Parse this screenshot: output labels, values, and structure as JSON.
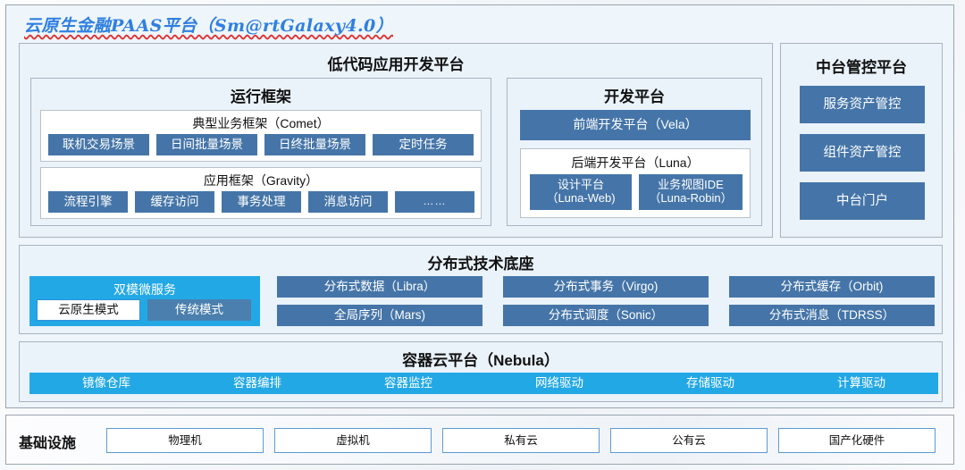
{
  "title": "云原生金融PAAS平台（Sm@rtGalaxy4.0）",
  "colors": {
    "accent_blue": "#4575a8",
    "accent_cyan": "#23a8e6",
    "panel_fill": "#eaf2fa",
    "frame_border": "#9aa4ae",
    "title_blue": "#2f7fe0",
    "spellcheck_red": "#e03030"
  },
  "lowcode": {
    "title": "低代码应用开发平台",
    "runtime": {
      "title": "运行框架",
      "comet": {
        "title": "典型业务框架（Comet）",
        "items": [
          "联机交易场景",
          "日间批量场景",
          "日终批量场景",
          "定时任务"
        ]
      },
      "gravity": {
        "title": "应用框架（Gravity）",
        "items": [
          "流程引擎",
          "缓存访问",
          "事务处理",
          "消息访问",
          "……"
        ]
      }
    },
    "devplatform": {
      "title": "开发平台",
      "frontend": "前端开发平台（Vela）",
      "backend": {
        "title": "后端开发平台（Luna）",
        "items": [
          {
            "line1": "设计平台",
            "line2": "（Luna-Web)"
          },
          {
            "line1": "业务视图IDE",
            "line2": "（Luna-Robin）"
          }
        ]
      }
    }
  },
  "midplatform": {
    "title": "中台管控平台",
    "items": [
      "服务资产管控",
      "组件资产管控",
      "中台门户"
    ]
  },
  "techbase": {
    "title": "分布式技术底座",
    "dualmode": {
      "label": "双模微服务",
      "modes": [
        "云原生模式",
        "传统模式"
      ]
    },
    "columns": [
      [
        "分布式数据（Libra）",
        "全局序列（Mars)"
      ],
      [
        "分布式事务（Virgo)",
        "分布式调度（Sonic）"
      ],
      [
        "分布式缓存（Orbit)",
        "分布式消息（TDRSS）"
      ]
    ]
  },
  "container": {
    "title": "容器云平台（Nebula）",
    "items": [
      "镜像仓库",
      "容器编排",
      "容器监控",
      "网络驱动",
      "存储驱动",
      "计算驱动"
    ]
  },
  "infrastructure": {
    "label": "基础设施",
    "items": [
      "物理机",
      "虚拟机",
      "私有云",
      "公有云",
      "国产化硬件"
    ]
  }
}
